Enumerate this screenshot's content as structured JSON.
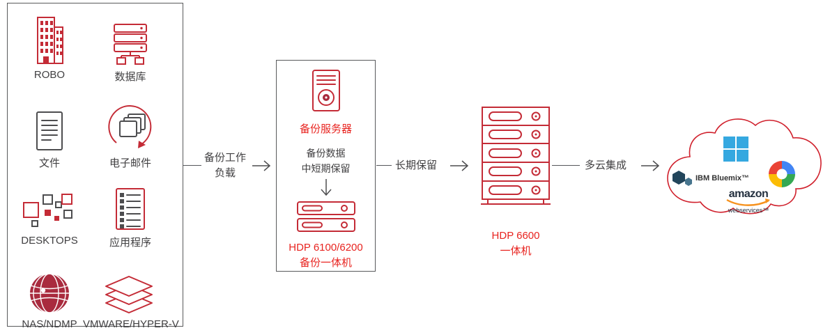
{
  "colors": {
    "icon_red": "#c42b36",
    "text_red": "#e8231f",
    "dark_gray": "#414042",
    "nas_globe_fill": "#a92b3e",
    "microsoft_blue": "#35a8e0",
    "amazon_orange": "#f6921e"
  },
  "sources_panel": {
    "items": [
      {
        "label": "ROBO",
        "icon": "building-icon"
      },
      {
        "label": "数据库",
        "icon": "database-icon"
      },
      {
        "label": "文件",
        "icon": "file-icon"
      },
      {
        "label": "电子邮件",
        "icon": "email-stack-icon"
      },
      {
        "label": "DESKTOPS",
        "icon": "desktops-icon"
      },
      {
        "label": "应用程序",
        "icon": "applications-icon"
      },
      {
        "label": "NAS/NDMP",
        "icon": "globe-icon"
      },
      {
        "label": "VMWARE/HYPER-V",
        "icon": "layers-icon"
      }
    ]
  },
  "flow": {
    "workload_line1": "备份工作",
    "workload_line2": "负载",
    "long_term_label": "长期保留",
    "multicloud_label": "多云集成"
  },
  "backup_appliance": {
    "server_label": "备份服务器",
    "retention_line1": "备份数据",
    "retention_line2": "中短期保留",
    "model_line1": "HDP 6100/6200",
    "model_line2": "备份一体机"
  },
  "archive_appliance": {
    "model_line1": "HDP 6600",
    "model_line2": "一体机"
  },
  "cloud": {
    "ibm_label": "IBM Bluemix™",
    "amazon_label": "amazon",
    "amazon_sublabel": "webservices™"
  }
}
